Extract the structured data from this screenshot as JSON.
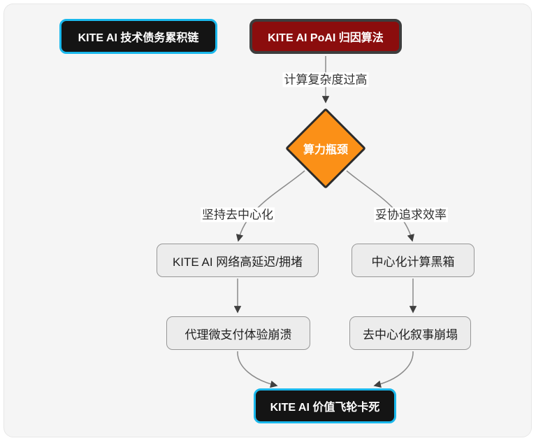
{
  "diagram": {
    "type": "flowchart",
    "direction": "top-down",
    "nodes": {
      "debt_chain": {
        "label": "KITE AI 技术债务累积链",
        "shape": "rounded-rect",
        "fill": "#141414",
        "border": "#1ab8ec",
        "text_color": "#ffffff"
      },
      "poai": {
        "label": "KITE AI PoAI 归因算法",
        "shape": "rounded-rect",
        "fill": "#8b0d0d",
        "border": "#3d3d3d",
        "text_color": "#ffffff"
      },
      "bottleneck": {
        "label": "算力瓶颈",
        "shape": "diamond",
        "fill": "#fb9017",
        "border": "#2b2b2b",
        "text_color": "#ffffff"
      },
      "latency": {
        "label": "KITE AI 网络高延迟/拥堵",
        "shape": "rounded-rect",
        "fill": "#ececec",
        "border": "#979797",
        "text_color": "#1f1f1f"
      },
      "blackbox": {
        "label": "中心化计算黑箱",
        "shape": "rounded-rect",
        "fill": "#ececec",
        "border": "#979797",
        "text_color": "#1f1f1f"
      },
      "micropay": {
        "label": "代理微支付体验崩溃",
        "shape": "rounded-rect",
        "fill": "#ececec",
        "border": "#979797",
        "text_color": "#1f1f1f"
      },
      "narrative": {
        "label": "去中心化叙事崩塌",
        "shape": "rounded-rect",
        "fill": "#ececec",
        "border": "#979797",
        "text_color": "#1f1f1f"
      },
      "flywheel": {
        "label": "KITE AI 价值飞轮卡死",
        "shape": "rounded-rect",
        "fill": "#0a0a0a",
        "border": "#1ab8ec",
        "text_color": "#ffffff"
      }
    },
    "edge_labels": {
      "complexity": "计算复杂度过高",
      "decentralize": "坚持去中心化",
      "efficiency": "妥协追求效率"
    },
    "edges": [
      {
        "from": "poai",
        "to": "bottleneck",
        "label": "计算复杂度过高"
      },
      {
        "from": "bottleneck",
        "to": "latency",
        "label": "坚持去中心化"
      },
      {
        "from": "bottleneck",
        "to": "blackbox",
        "label": "妥协追求效率"
      },
      {
        "from": "latency",
        "to": "micropay",
        "label": ""
      },
      {
        "from": "blackbox",
        "to": "narrative",
        "label": ""
      },
      {
        "from": "micropay",
        "to": "flywheel",
        "label": ""
      },
      {
        "from": "narrative",
        "to": "flywheel",
        "label": ""
      }
    ],
    "colors": {
      "canvas_background": "#f5f5f5",
      "page_background": "#ffffff",
      "accent_cyan": "#1ab8ec",
      "accent_red": "#8b0d0d",
      "accent_orange": "#fb9017",
      "edge_stroke": "#8a8a8a",
      "arrowhead": "#3f3f3f",
      "edge_label_text": "#333333"
    }
  }
}
